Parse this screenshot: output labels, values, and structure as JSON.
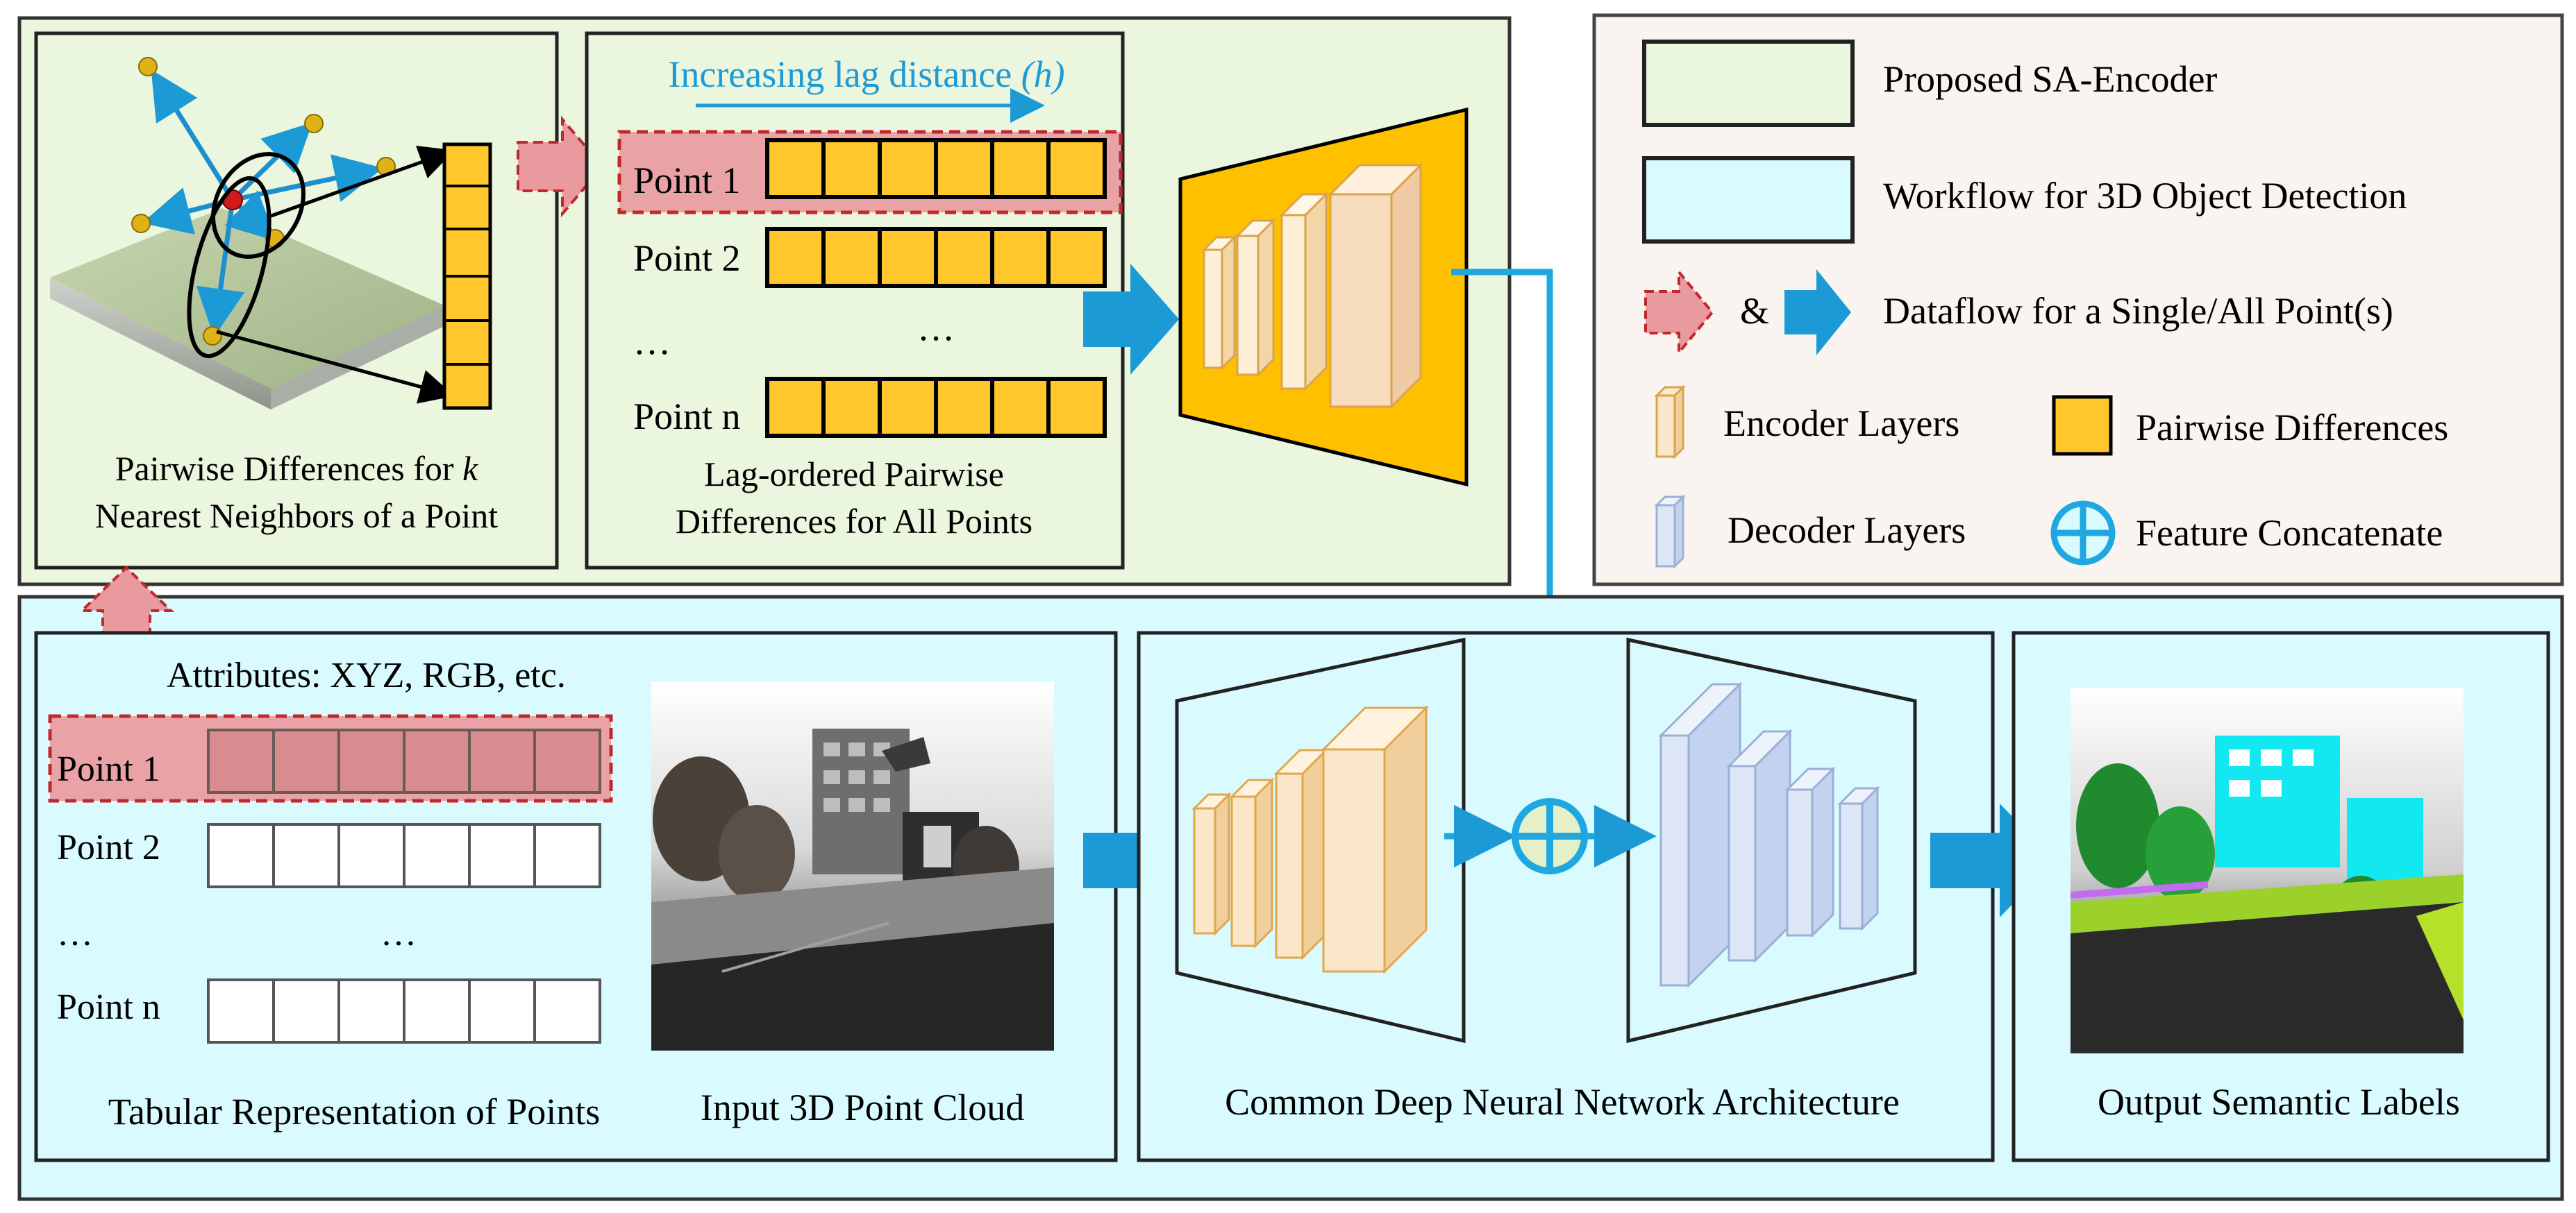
{
  "colors": {
    "sa_encoder_fill": "#eaf6de",
    "workflow_fill": "#d9fbff",
    "legend_fill": "#f9f4ef",
    "cell_yellow": "#ffc72c",
    "cell_pink": "#d98c8f",
    "encoder_layer": "#fae6c8",
    "decoder_layer": "#dce6f7",
    "arrow_blue": "#1b9ad6",
    "dashed_red": "#c0282d",
    "concat_blue": "#1ea7e1",
    "lag_text": "#1e9ad6"
  },
  "knn": {
    "caption_part1": "Pairwise Differences for ",
    "caption_k": "k",
    "caption_line2": "Nearest Neighbors of a Point"
  },
  "lag": {
    "title_prefix": "Increasing lag distance ",
    "title_h": "(h)",
    "rows": [
      "Point 1",
      "Point 2",
      "…",
      "Point n"
    ],
    "middle_ellipsis": "…",
    "caption_line1": "Lag-ordered Pairwise",
    "caption_line2": "Differences for All Points"
  },
  "legend": {
    "proposed": "Proposed SA-Encoder",
    "workflow": "Workflow for 3D Object Detection",
    "dataflow_amp": "&",
    "dataflow": "Dataflow for a Single/All Point(s)",
    "encoder_layers": "Encoder Layers",
    "pairwise_differences": "Pairwise Differences",
    "decoder_layers": "Decoder Layers",
    "feature_concatenate": "Feature Concatenate"
  },
  "tabular": {
    "attributes": "Attributes: XYZ, RGB, etc.",
    "rows": [
      "Point 1",
      "Point 2",
      "…",
      "Point n"
    ],
    "middle_ellipsis": "…",
    "caption": "Tabular Representation of Points"
  },
  "input_cloud": {
    "caption": "Input 3D Point Cloud"
  },
  "network": {
    "caption": "Common Deep Neural Network Architecture"
  },
  "output": {
    "caption": "Output Semantic Labels"
  }
}
